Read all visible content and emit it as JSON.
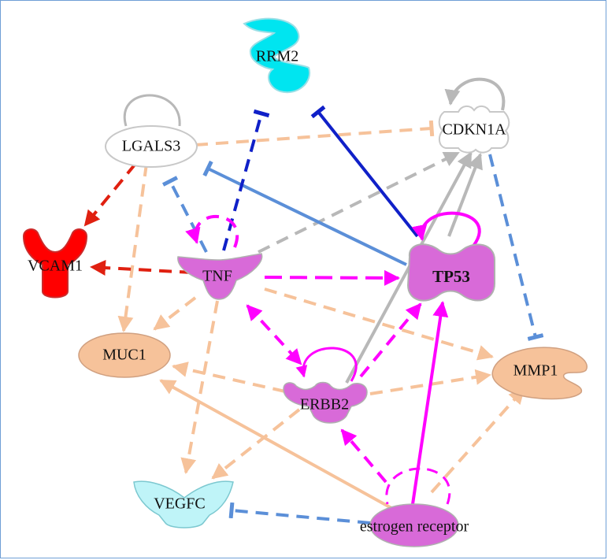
{
  "nodes": {
    "rrm2": "RRM2",
    "lgals3": "LGALS3",
    "cdkn1a": "CDKN1A",
    "vcam1": "VCAM1",
    "tnf": "TNF",
    "tp53": "TP53",
    "muc1": "MUC1",
    "mmp1": "MMP1",
    "erbb2": "ERBB2",
    "vegfc": "VEGFC",
    "estrogen_receptor": "estrogen receptor"
  },
  "colors": {
    "upregulated_strong": "#ff0000",
    "upregulated_light": "#f6c29a",
    "downregulated_strong": "#00e5f0",
    "downregulated_light": "#bff4f8",
    "predicted_activation": "#d86ad8",
    "neutral": "#ffffff",
    "edge_activation": "#ff00ff",
    "edge_inhibition_strong": "#1020c8",
    "edge_inhibition": "#5b8fd8",
    "edge_unexplained": "#f6c29a",
    "edge_activation_known": "#e02010",
    "edge_no_prediction": "#b8b8b8"
  }
}
